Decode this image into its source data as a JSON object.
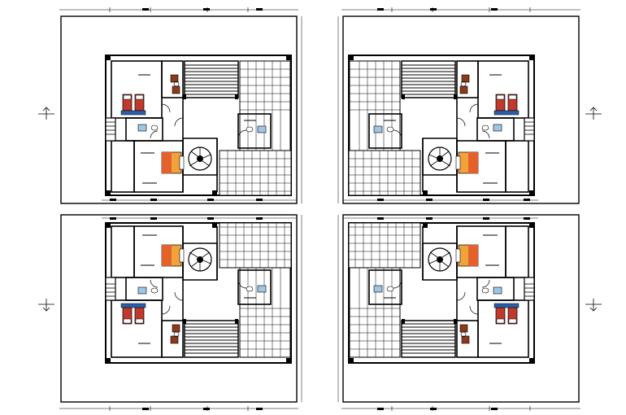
{
  "drawing": {
    "description_visible_text": [],
    "colors": {
      "line": "#000000",
      "background": "#ffffff",
      "bed_dark": "#c0392b",
      "bed_light": "#f1a23a",
      "sofa": "#8b3a1a",
      "fixture": "#9ec6e6"
    },
    "icons": [
      "north-arrow-icon",
      "bed-icon",
      "sofa-icon",
      "toilet-icon",
      "staircase-icon",
      "tile-grid-icon"
    ]
  },
  "plans": [
    {
      "id": "plan-top-left",
      "mirror_x": false,
      "mirror_y": false
    },
    {
      "id": "plan-top-right",
      "mirror_x": true,
      "mirror_y": false
    },
    {
      "id": "plan-bottom-left",
      "mirror_x": false,
      "mirror_y": true
    },
    {
      "id": "plan-bottom-right",
      "mirror_x": true,
      "mirror_y": true
    }
  ]
}
